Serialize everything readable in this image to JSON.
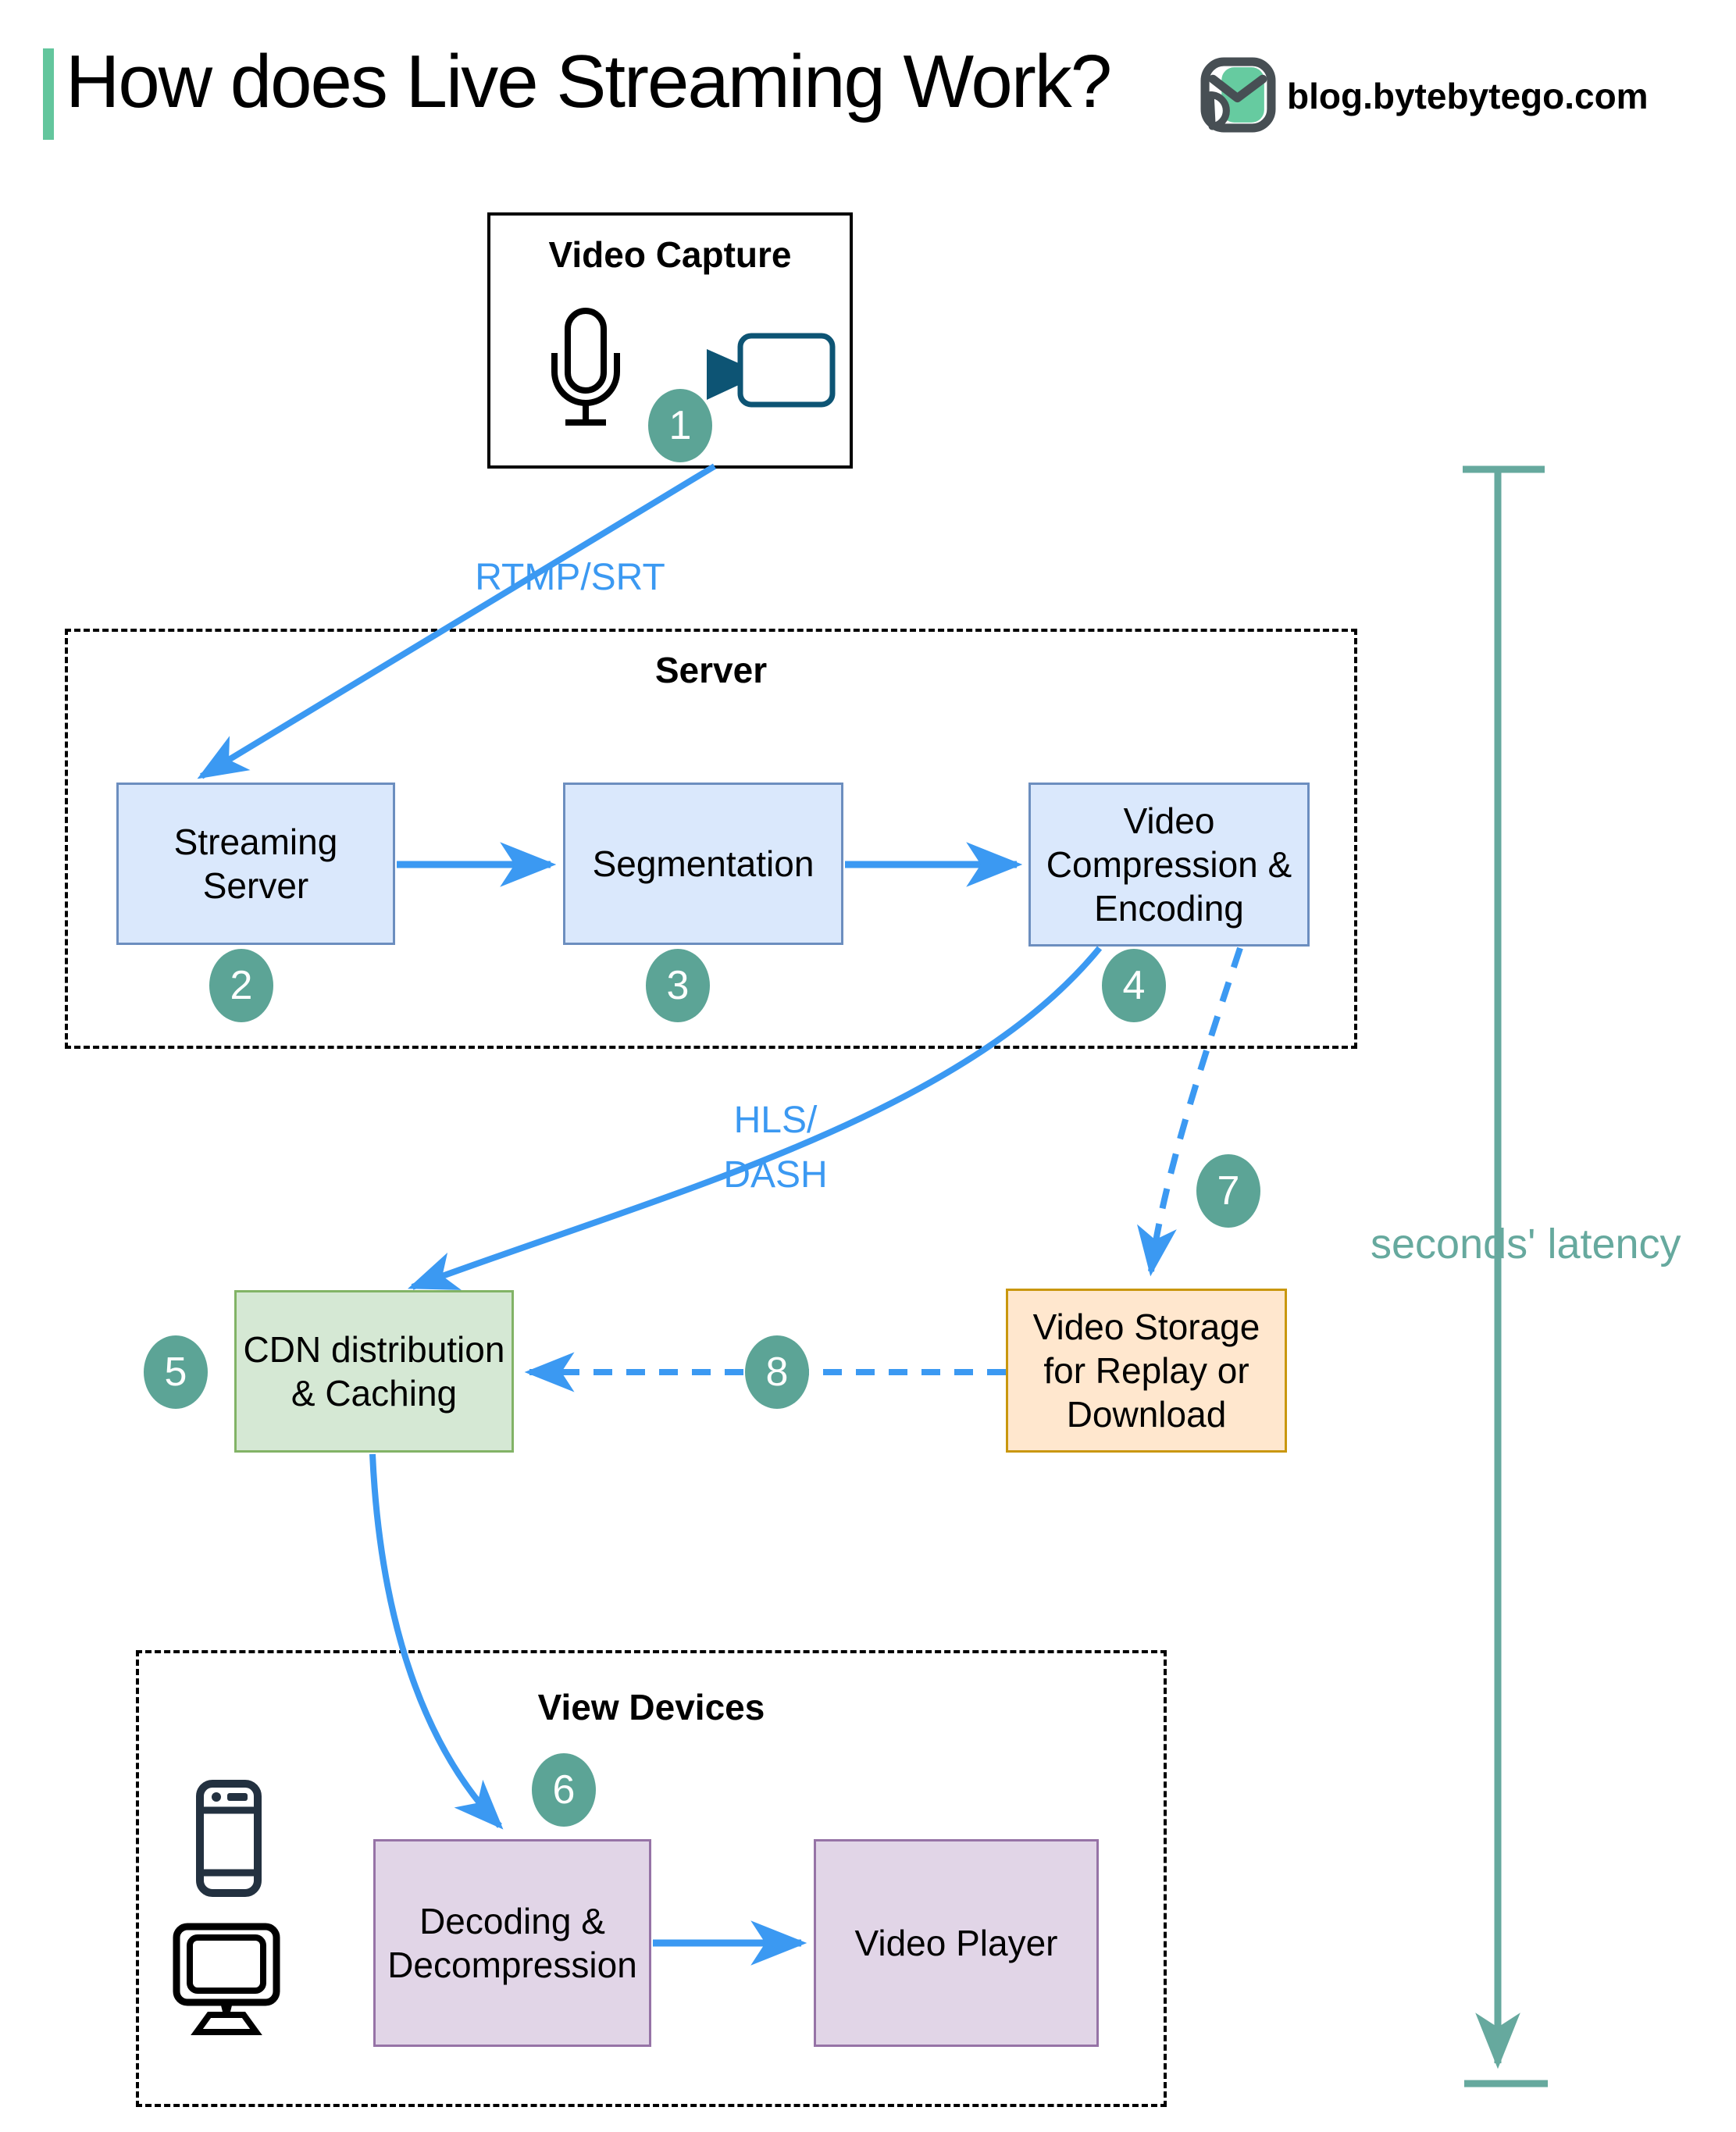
{
  "header": {
    "title": "How does Live Streaming Work?",
    "site": "blog.bytebytego.com",
    "accent_color": "#63C69D"
  },
  "capture": {
    "label": "Video Capture"
  },
  "protocols": {
    "ingest": "RTMP/SRT",
    "delivery": "HLS/\nDASH"
  },
  "server_group": {
    "label": "Server",
    "nodes": [
      {
        "label": "Streaming\nServer"
      },
      {
        "label": "Segmentation"
      },
      {
        "label": "Video\nCompression &\nEncoding"
      }
    ]
  },
  "cdn": {
    "label": "CDN distribution\n& Caching"
  },
  "storage": {
    "label": "Video Storage\nfor Replay or\nDownload"
  },
  "devices_group": {
    "label": "View Devices",
    "decoding": {
      "label": "Decoding &\nDecompression"
    },
    "player": {
      "label": "Video Player"
    }
  },
  "latency": {
    "label": "seconds' latency"
  },
  "steps": [
    "1",
    "2",
    "3",
    "4",
    "5",
    "6",
    "7",
    "8"
  ],
  "icons": {
    "microphone": "microphone-icon",
    "video_camera": "video-camera-icon",
    "smartphone": "smartphone-icon",
    "monitor": "monitor-icon",
    "logo": "bytebytego-logo"
  },
  "colors": {
    "arrow_blue": "#3B99F2",
    "step_teal": "#5CA496",
    "latency_teal": "#66A99E",
    "node_blue_fill": "#DAE8FC",
    "node_blue_border": "#6C8EBF",
    "node_green_fill": "#D5E8D4",
    "node_green_border": "#82B366",
    "node_orange_fill": "#FFE7CE",
    "node_orange_border": "#C9970E",
    "node_purple_fill": "#E1D5E7",
    "node_purple_border": "#9673A6",
    "camera_icon": "#0D5474"
  }
}
